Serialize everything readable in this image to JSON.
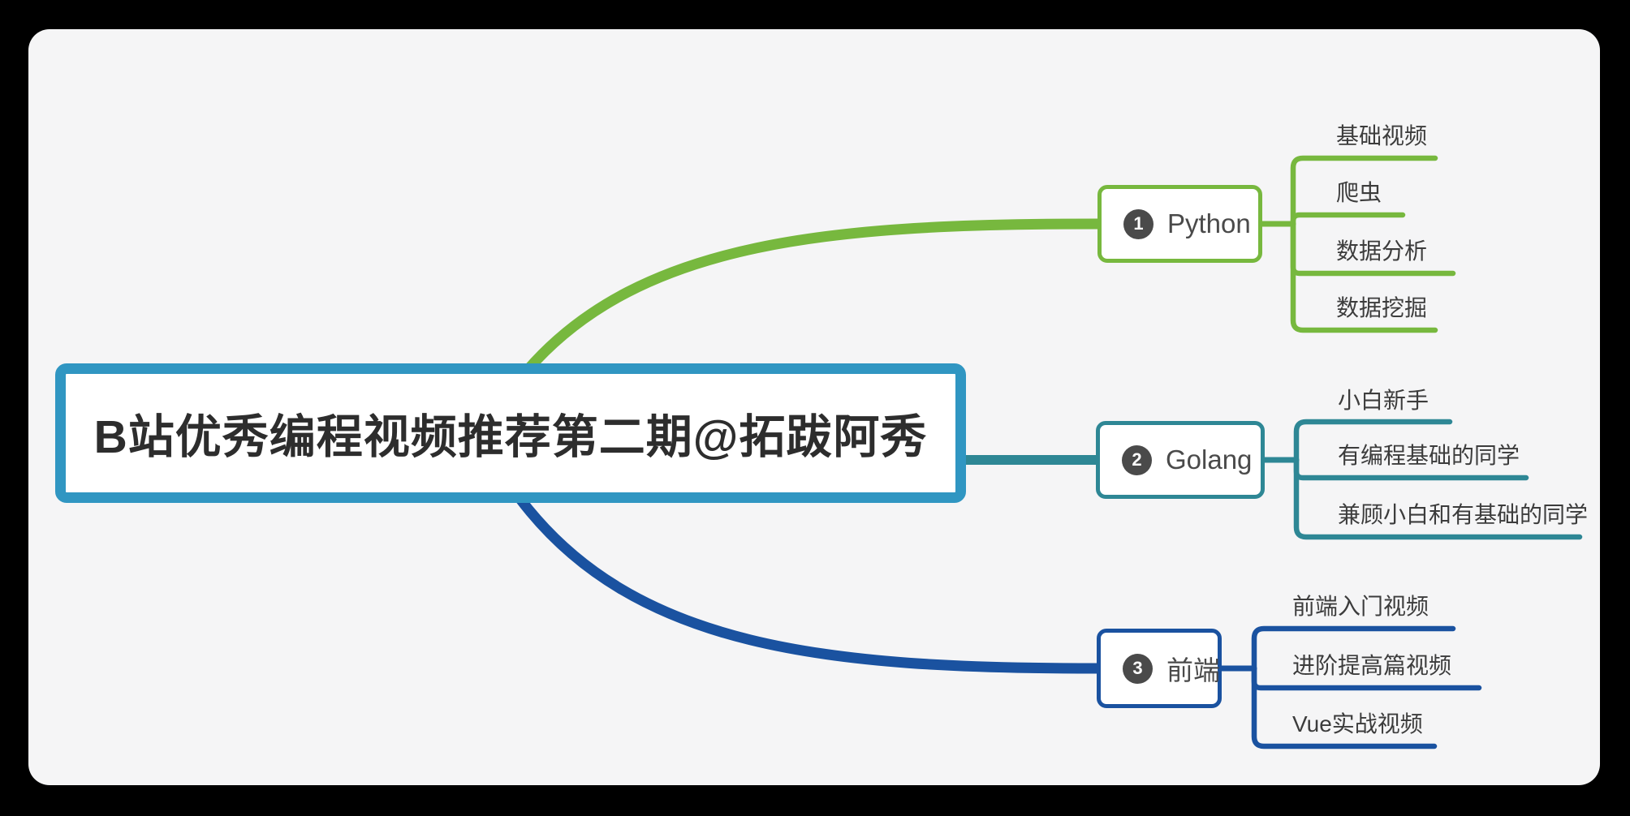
{
  "colors": {
    "background": "#000000",
    "canvas": "#F5F5F6",
    "central_border": "#3096C2",
    "central_text": "#2D2D2D",
    "node_text": "#4A4A4A",
    "child_text": "#3C3C3C",
    "badge_bg": "#4A4A4A",
    "badge_text": "#FFFFFF",
    "branch_python": "#77B83E",
    "branch_golang": "#2E8795",
    "branch_frontend": "#1A52A0"
  },
  "mindmap": {
    "central": {
      "label": "B站优秀编程视频推荐第二期@拓跋阿秀"
    },
    "branches": [
      {
        "id": "python",
        "badge": "1",
        "label": "Python",
        "children": [
          {
            "label": "基础视频"
          },
          {
            "label": "爬虫"
          },
          {
            "label": "数据分析"
          },
          {
            "label": "数据挖掘"
          }
        ]
      },
      {
        "id": "golang",
        "badge": "2",
        "label": "Golang",
        "children": [
          {
            "label": "小白新手"
          },
          {
            "label": "有编程基础的同学"
          },
          {
            "label": "兼顾小白和有基础的同学"
          }
        ]
      },
      {
        "id": "frontend",
        "badge": "3",
        "label": "前端",
        "children": [
          {
            "label": "前端入门视频"
          },
          {
            "label": "进阶提高篇视频"
          },
          {
            "label": "Vue实战视频"
          }
        ]
      }
    ]
  }
}
